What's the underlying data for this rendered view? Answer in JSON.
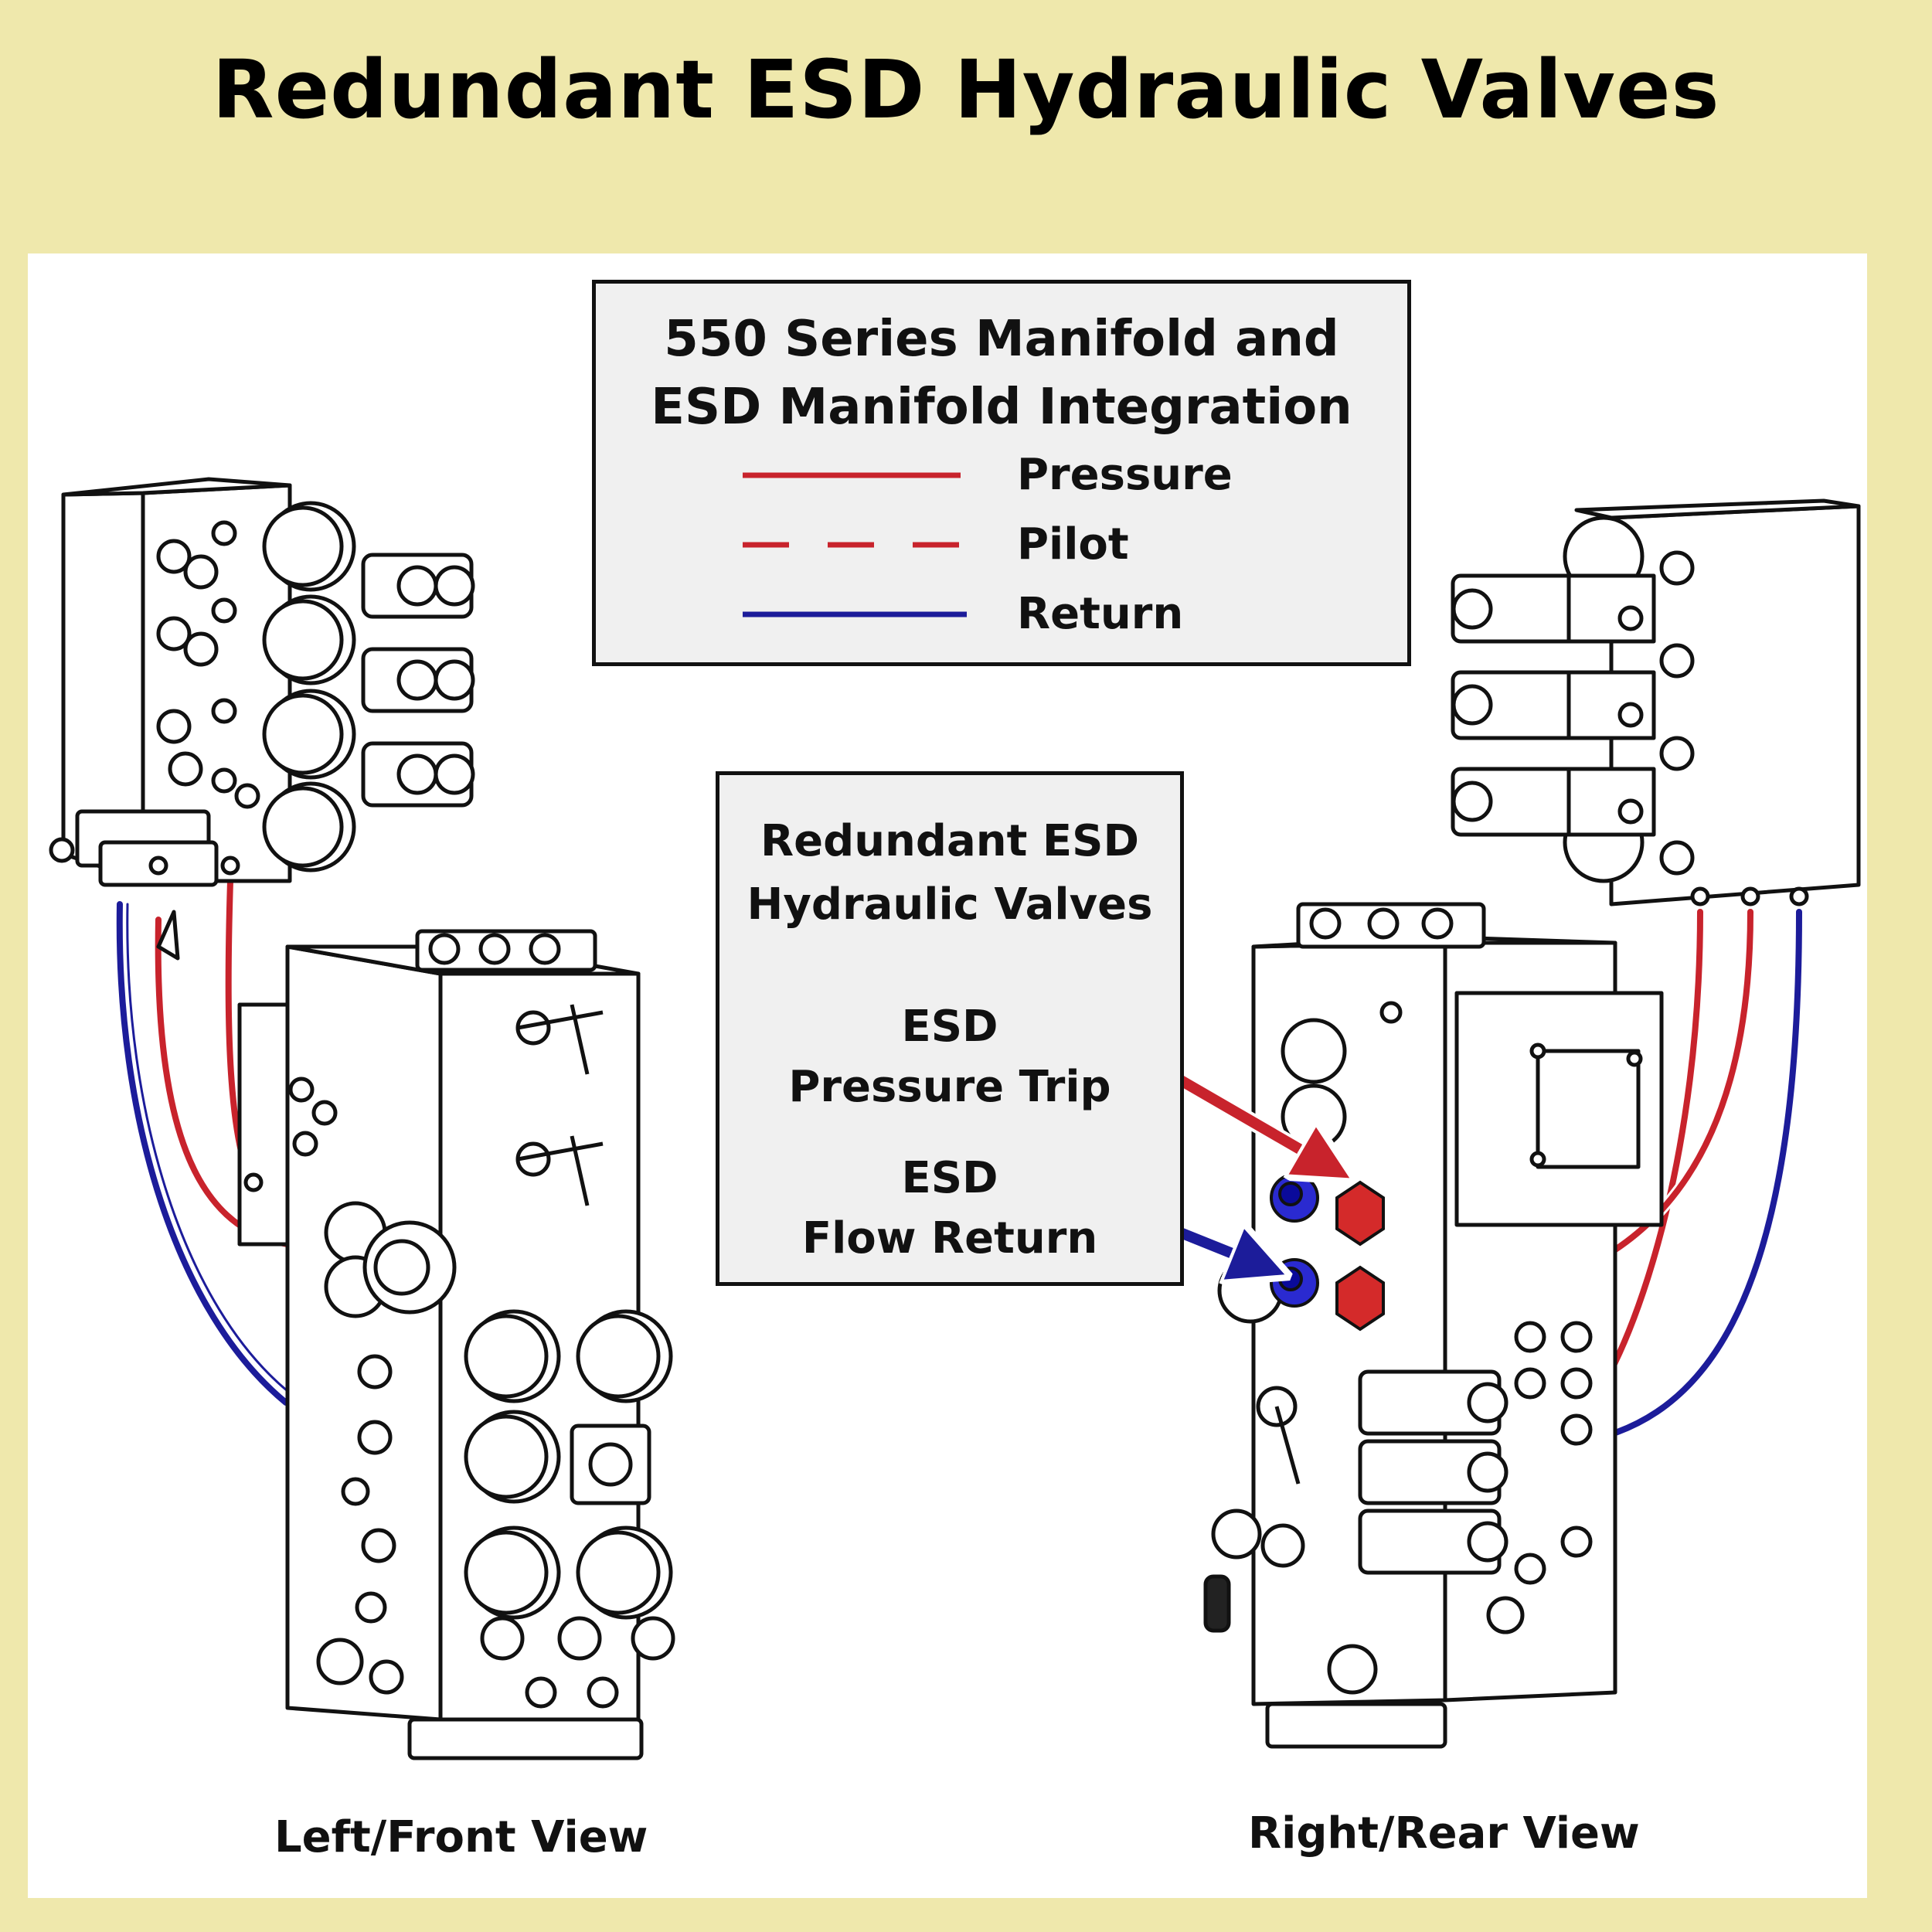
{
  "title": "Redundant ESD Hydraulic Valves",
  "legend": {
    "title_line1": "550 Series Manifold and",
    "title_line2": "ESD Manifold Integration",
    "items": [
      {
        "label": "Pressure",
        "color": "#c8232c",
        "style": "solid"
      },
      {
        "label": "Pilot",
        "color": "#c8232c",
        "style": "dashed"
      },
      {
        "label": "Return",
        "color": "#1c1c9a",
        "style": "solid"
      }
    ]
  },
  "callout": {
    "title_line1": "Redundant ESD",
    "title_line2": "Hydraulic Valves",
    "trip_line1": "ESD",
    "trip_line2": "Pressure Trip",
    "return_line1": "ESD",
    "return_line2": "Flow Return"
  },
  "views": {
    "left": "Left/Front View",
    "right": "Right/Rear View"
  },
  "colors": {
    "pressure": "#c8232c",
    "return": "#1c1c9a",
    "background": "#efe8ac",
    "panel": "#ffffff",
    "box": "#f0f0f0"
  }
}
